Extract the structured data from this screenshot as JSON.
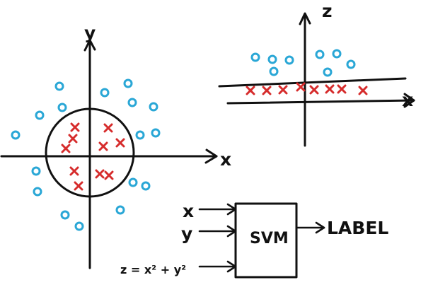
{
  "colors": {
    "ink": "#111111",
    "class_o": "#2aa7d6",
    "class_x": "#d62c2c"
  },
  "left_plot": {
    "x_axis_label": "x",
    "y_axis_label": "y"
  },
  "right_plot": {
    "x_axis_label": "x",
    "z_axis_label": "z"
  },
  "pipeline": {
    "inputs": [
      "x",
      "y",
      "z = x² + y²"
    ],
    "box_label": "SVM",
    "output_label": "LABEL"
  },
  "markers": {
    "o_icon": "circle-mark",
    "x_icon": "cross-mark"
  }
}
